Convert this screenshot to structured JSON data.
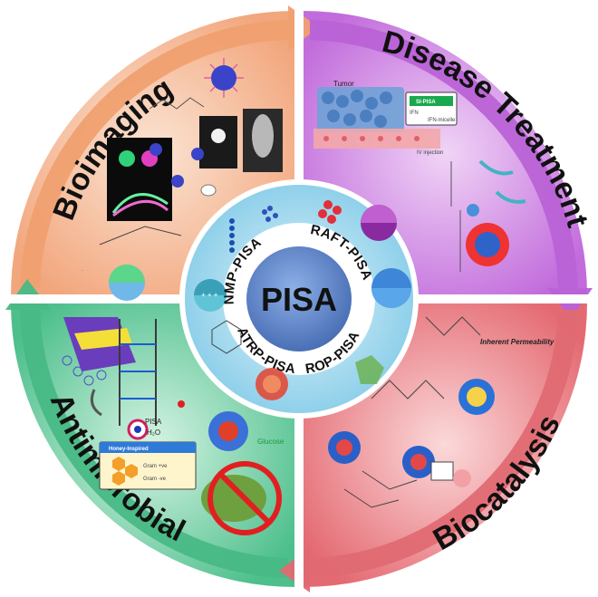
{
  "center": {
    "title": "PISA"
  },
  "methods": {
    "nmp": "NMP-PISA",
    "raft": "RAFT-PISA",
    "atrp": "ATRP-PISA",
    "rop": "ROP-PISA"
  },
  "quadrants": {
    "bioimaging": "Bioimaging",
    "disease": "Disease Treatment",
    "antimicrobial": "Antimicrobial",
    "biocatalysis": "Biocatalysis"
  },
  "disease_labels": {
    "tumor": "Tumor",
    "si_pisa": "SI-PISA",
    "ifn": "IFN",
    "ifn_micelle": "IFN-micelle",
    "iv": "IV injection"
  },
  "antimicrobial_labels": {
    "pisa": "PISA",
    "h2o": "H₂O",
    "honey": "Honey-Inspired",
    "glucose": "Glucose",
    "gram_pos": "Gram +ve",
    "gram_neg": "Gram -ve"
  },
  "biocatalysis_labels": {
    "perm": "Inherent Permeability"
  },
  "colors": {
    "bioimaging": "#f3b38e",
    "disease": "#c77ce0",
    "antimicrobial": "#5fc99a",
    "biocatalysis": "#e8797f",
    "inner_ring": "#a8dbee",
    "center": "#5b82c6"
  }
}
